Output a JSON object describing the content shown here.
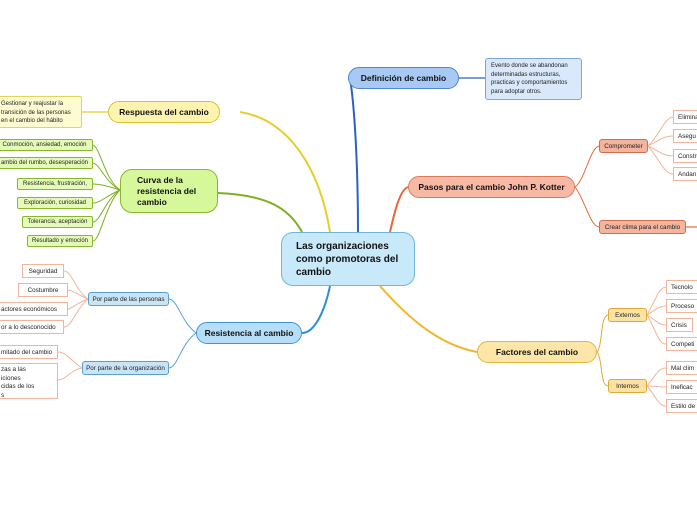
{
  "central": {
    "title": "Las organizaciones como promotoras del cambio"
  },
  "branches": {
    "respuesta": {
      "label": "Respuesta del cambio",
      "note": "Gestionar y reajustar la transición de las personas en el cambio del hábito"
    },
    "curva": {
      "label": "Curva de la resistencia del cambio",
      "items": [
        "Conmoción, ansiedad, emoción",
        "ambio del rumbo, desesperación",
        "Resistencia, frustración,",
        "Exploración, curiosidad",
        "Tolerancia, aceptación",
        "Resultado y emoción"
      ]
    },
    "resistencia": {
      "label": "Resistencia al cambio",
      "personas": {
        "label": "Por parte de las personas",
        "items": [
          "Seguridad",
          "Costumbre",
          "actores económicos",
          "or a lo desconocido"
        ]
      },
      "organizacion": {
        "label": "Por parte de la organización",
        "items": [
          "mitado del cambio",
          "zas a las\niciones\ncidas de los\ns"
        ]
      }
    },
    "definicion": {
      "label": "Definición de cambio",
      "note": "Evento donde se abandonan determinadas estructuras, practicas y comportamientos para adoptar  otros."
    },
    "kotter": {
      "label": "Pasos para el cambio John P. Kotter",
      "comprometer": {
        "label": "Comprometer",
        "items": [
          "Elimina",
          "Asegu",
          "Constru",
          "Andan"
        ]
      },
      "clima": {
        "label": "Crear clima para el cambio"
      }
    },
    "factores": {
      "label": "Factores del cambio",
      "externos": {
        "label": "Externos",
        "items": [
          "Tecnolo",
          "Proceso",
          "Crisis",
          "Competi"
        ]
      },
      "internos": {
        "label": "Internos",
        "items": [
          "Mal clim",
          "Ineficac",
          "Estilo de"
        ]
      }
    }
  },
  "colors": {
    "yellow": "#e6cf2a",
    "green": "#7fae22",
    "blue": "#2a62c4",
    "sky": "#2d8fd4",
    "orange": "#e5683a",
    "gold": "#f0b830"
  }
}
